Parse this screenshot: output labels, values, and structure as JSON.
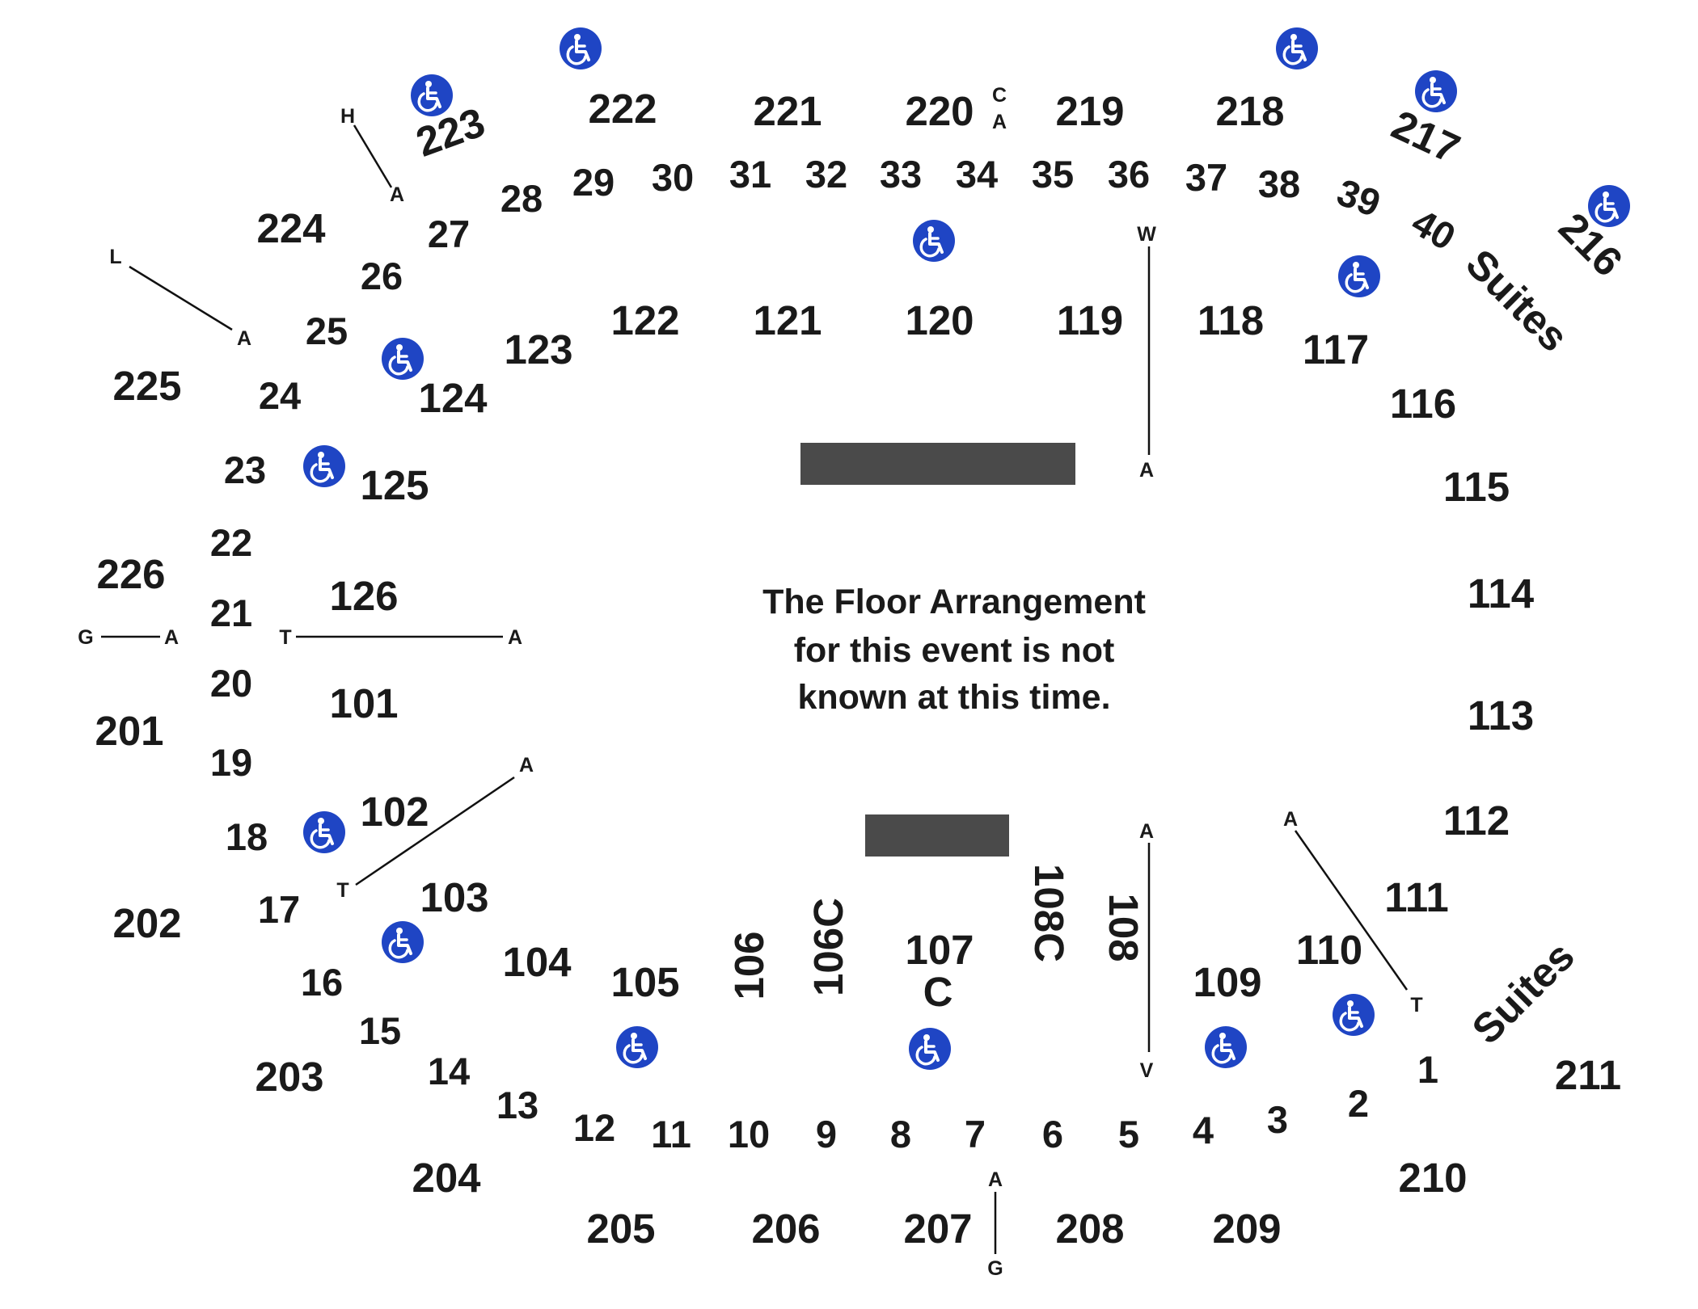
{
  "map": {
    "message": [
      "The Floor Arrangement",
      "for this event is not",
      "known at this time."
    ],
    "colors": {
      "accessible_icon": "#1F45C4",
      "stage_block": "#4A4A4A",
      "text": "#1A1A1A"
    },
    "icons": {
      "accessible": "wheelchair-accessible-icon"
    },
    "sections": {
      "upper": [
        "201",
        "202",
        "203",
        "204",
        "205",
        "206",
        "207",
        "208",
        "209",
        "210",
        "211",
        "216",
        "217",
        "218",
        "219",
        "220",
        "221",
        "222",
        "223",
        "224",
        "225",
        "226"
      ],
      "lower": [
        "101",
        "102",
        "103",
        "104",
        "105",
        "106",
        "106C",
        "107",
        "108",
        "108C",
        "109",
        "110",
        "111",
        "112",
        "113",
        "114",
        "115",
        "116",
        "117",
        "118",
        "119",
        "120",
        "121",
        "122",
        "123",
        "124",
        "125",
        "126"
      ],
      "rows": [
        "1",
        "2",
        "3",
        "4",
        "5",
        "6",
        "7",
        "8",
        "9",
        "10",
        "11",
        "12",
        "13",
        "14",
        "15",
        "16",
        "17",
        "18",
        "19",
        "20",
        "21",
        "22",
        "23",
        "24",
        "25",
        "26",
        "27",
        "28",
        "29",
        "30",
        "31",
        "32",
        "33",
        "34",
        "35",
        "36",
        "37",
        "38",
        "39",
        "40"
      ],
      "other": [
        "C",
        "Suites",
        "Suites"
      ]
    },
    "aisle_markers": [
      "H",
      "A",
      "L",
      "A",
      "G",
      "A",
      "T",
      "A",
      "A",
      "T",
      "C",
      "A",
      "W",
      "A",
      "A",
      "V",
      "A",
      "T",
      "A",
      "G"
    ]
  }
}
